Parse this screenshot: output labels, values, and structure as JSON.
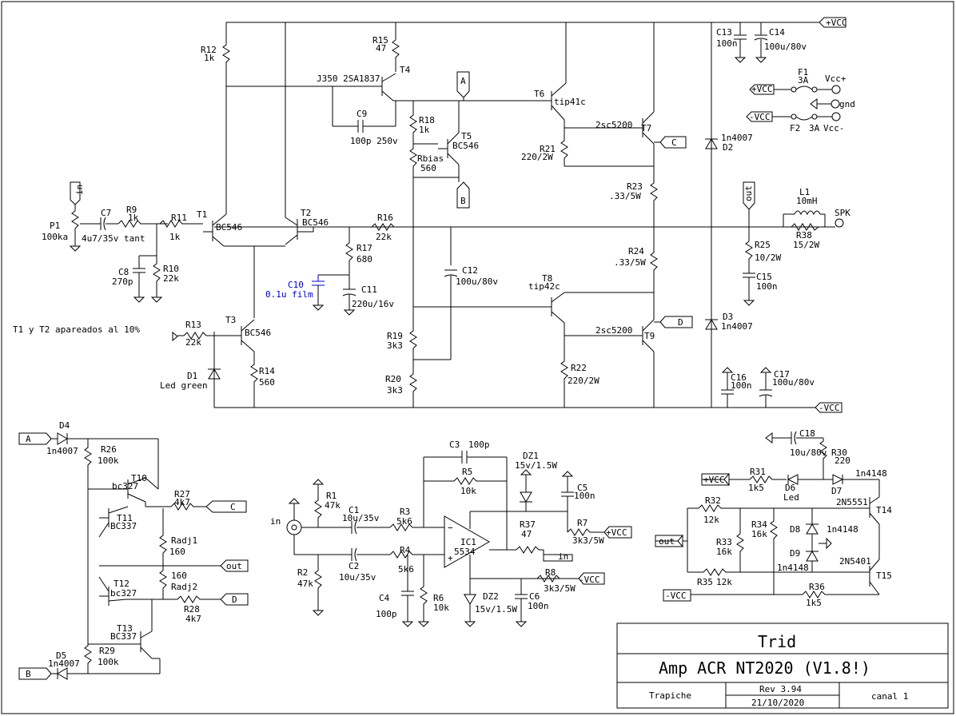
{
  "title_block": {
    "company": "Trid",
    "title": "Amp ACR NT2020 (V1.8!)",
    "author": "Trapiche",
    "revision": "Rev 3.94",
    "date": "21/10/2020",
    "channel": "canal 1"
  },
  "note": "T1 y T2 apareados al 10%",
  "nets": {
    "vcc_pos": "+VCC",
    "vcc_neg": "-VCC",
    "gnd": "gnd",
    "vcc_plus_label": "Vcc+",
    "vcc_minus_label": "Vcc-",
    "out": "out",
    "in": "in",
    "spk": "SPK",
    "A": "A",
    "B": "B",
    "C": "C",
    "D": "D"
  },
  "parts": {
    "R12": {
      "ref": "R12",
      "val": "1k"
    },
    "R15": {
      "ref": "R15",
      "val": "47"
    },
    "T4": {
      "ref": "T4",
      "val": "J350 2SA1837"
    },
    "C9": {
      "ref": "C9",
      "val": "100p 250v"
    },
    "R18": {
      "ref": "R18",
      "val": "1k"
    },
    "T5": {
      "ref": "T5",
      "val": "BC546"
    },
    "Rbias": {
      "ref": "Rbias",
      "val": "560"
    },
    "T6": {
      "ref": "T6",
      "val": "tip41c"
    },
    "T7": {
      "ref": "T7",
      "val": "2sc5200"
    },
    "R21": {
      "ref": "R21",
      "val": "220/2W"
    },
    "R23": {
      "ref": "R23",
      "val": ".33/5W"
    },
    "C13": {
      "ref": "C13",
      "val": "100n"
    },
    "C14": {
      "ref": "C14",
      "val": "100u/80v"
    },
    "F1": {
      "ref": "F1",
      "val": "3A"
    },
    "F2": {
      "ref": "F2",
      "val": "3A"
    },
    "D2": {
      "ref": "D2",
      "val": "1n4007"
    },
    "L1": {
      "ref": "L1",
      "val": "10mH"
    },
    "R38": {
      "ref": "R38",
      "val": "15/2W"
    },
    "R25": {
      "ref": "R25",
      "val": "10/2W"
    },
    "C15": {
      "ref": "C15",
      "val": "100n"
    },
    "D3": {
      "ref": "D3",
      "val": "1n4007"
    },
    "R24": {
      "ref": "R24",
      "val": ".33/5W"
    },
    "T8": {
      "ref": "T8",
      "val": "tip42c"
    },
    "T9": {
      "ref": "T9",
      "val": "2sc5200"
    },
    "R22": {
      "ref": "R22",
      "val": "220/2W"
    },
    "C16": {
      "ref": "C16",
      "val": "100n"
    },
    "C17": {
      "ref": "C17",
      "val": "100u/80v"
    },
    "P1": {
      "ref": "P1",
      "val": "100ka"
    },
    "C7": {
      "ref": "C7",
      "val": "4u7/35v tant"
    },
    "R9": {
      "ref": "R9",
      "val": "1k"
    },
    "R11": {
      "ref": "R11",
      "val": "1k"
    },
    "T1": {
      "ref": "T1",
      "val": "BC546"
    },
    "T2": {
      "ref": "T2",
      "val": "BC546"
    },
    "R16": {
      "ref": "R16",
      "val": "22k"
    },
    "R17": {
      "ref": "R17",
      "val": "680"
    },
    "C10": {
      "ref": "C10",
      "val": "0.1u film"
    },
    "C11": {
      "ref": "C11",
      "val": "220u/16v"
    },
    "C12": {
      "ref": "C12",
      "val": "100u/80v"
    },
    "C8": {
      "ref": "C8",
      "val": "270p"
    },
    "R10": {
      "ref": "R10",
      "val": "22k"
    },
    "R13": {
      "ref": "R13",
      "val": "22k"
    },
    "T3": {
      "ref": "T3",
      "val": "BC546"
    },
    "D1": {
      "ref": "D1",
      "val": "Led green"
    },
    "R14": {
      "ref": "R14",
      "val": "560"
    },
    "R19": {
      "ref": "R19",
      "val": "3k3"
    },
    "R20": {
      "ref": "R20",
      "val": "3k3"
    },
    "D4": {
      "ref": "D4",
      "val": "1n4007"
    },
    "R26": {
      "ref": "R26",
      "val": "100k"
    },
    "T10": {
      "ref": "T10",
      "val": "bc327"
    },
    "R27": {
      "ref": "R27",
      "val": "4k7"
    },
    "T11": {
      "ref": "T11",
      "val": "BC337"
    },
    "Radj1": {
      "ref": "Radj1",
      "val": "160"
    },
    "Radj2": {
      "ref": "Radj2",
      "val": "160"
    },
    "T12": {
      "ref": "T12",
      "val": "bc327"
    },
    "R28": {
      "ref": "R28",
      "val": "4k7"
    },
    "T13": {
      "ref": "T13",
      "val": "BC337"
    },
    "R29": {
      "ref": "R29",
      "val": "100k"
    },
    "D5": {
      "ref": "D5",
      "val": "1n4007"
    },
    "C3": {
      "ref": "C3",
      "val": "100p"
    },
    "R5": {
      "ref": "R5",
      "val": "10k"
    },
    "DZ1": {
      "ref": "DZ1",
      "val": "15v/1.5W"
    },
    "C5": {
      "ref": "C5",
      "val": "100n"
    },
    "R1": {
      "ref": "R1",
      "val": "47k"
    },
    "C1": {
      "ref": "C1",
      "val": "10u/35v"
    },
    "R3": {
      "ref": "R3",
      "val": "5k6"
    },
    "IC1": {
      "ref": "IC1",
      "val": "5534"
    },
    "R37": {
      "ref": "R37",
      "val": "47"
    },
    "R7": {
      "ref": "R7",
      "val": "3k3/5W"
    },
    "R2": {
      "ref": "R2",
      "val": "47k"
    },
    "C2": {
      "ref": "C2",
      "val": "10u/35v"
    },
    "R4": {
      "ref": "R4",
      "val": "5k6"
    },
    "C4": {
      "ref": "C4",
      "val": "100p"
    },
    "R6": {
      "ref": "R6",
      "val": "10k"
    },
    "DZ2": {
      "ref": "DZ2",
      "val": "15v/1.5W"
    },
    "C6": {
      "ref": "C6",
      "val": "100n"
    },
    "R8": {
      "ref": "R8",
      "val": "3k3/5W"
    },
    "C18": {
      "ref": "C18",
      "val": "10u/80v"
    },
    "R30": {
      "ref": "R30",
      "val": "220"
    },
    "R31": {
      "ref": "R31",
      "val": "1k5"
    },
    "D6": {
      "ref": "D6",
      "val": "Led"
    },
    "D7": {
      "ref": "D7",
      "val": "1n4148"
    },
    "T14": {
      "ref": "T14",
      "val": "2N5551"
    },
    "R32": {
      "ref": "R32",
      "val": "12k"
    },
    "R33": {
      "ref": "R33",
      "val": "16k"
    },
    "R34": {
      "ref": "R34",
      "val": "16k"
    },
    "D8": {
      "ref": "D8",
      "val": "1n4148"
    },
    "D9": {
      "ref": "D9",
      "val": "1n4148"
    },
    "T15": {
      "ref": "T15",
      "val": "2N5401"
    },
    "R35": {
      "ref": "R35",
      "val": "12k"
    },
    "R36": {
      "ref": "R36",
      "val": "1k5"
    }
  }
}
